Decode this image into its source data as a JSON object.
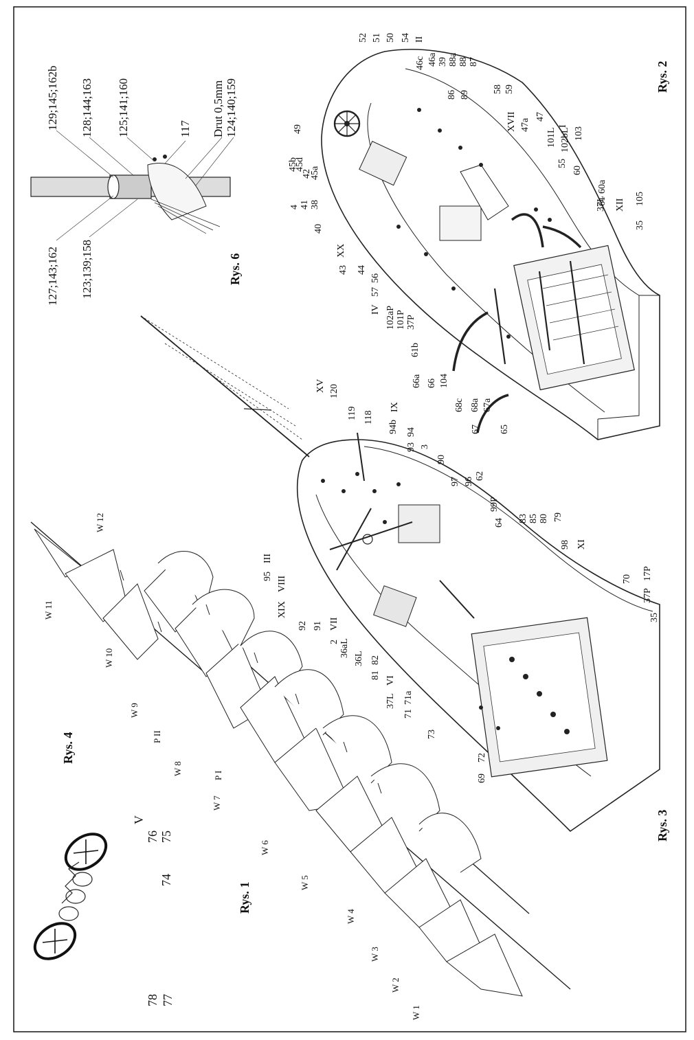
{
  "figures": {
    "rys1": "Rys. 1",
    "rys2": "Rys. 2",
    "rys3": "Rys. 3",
    "rys4": "Rys. 4",
    "rys6": "Rys. 6"
  },
  "rys1_labels": {
    "w1": "W 1",
    "w2": "W 2",
    "w3": "W 3",
    "w4": "W 4",
    "w5": "W 5",
    "w6": "W 6",
    "w7": "W 7",
    "w8": "W 8",
    "w9": "W 9",
    "w10": "W 10",
    "w11": "W 11",
    "w12": "W 12",
    "p1": "P I",
    "p2": "P II"
  },
  "rys4_labels": {
    "l78": "78",
    "l77": "77",
    "l74": "74",
    "l75": "75",
    "l76": "76",
    "lv": "V"
  },
  "rys6_labels": {
    "a": "127;143;162",
    "b": "123;139;158",
    "c": "129;145;162b",
    "d": "128;144;163",
    "e": "125;141;160",
    "f": "117",
    "g": "Drut 0,5mm",
    "h": "124;140;159"
  },
  "rys2_labels": {
    "l52": "52",
    "l51": "51",
    "l50": "50",
    "l54": "54",
    "lII": "II",
    "l46c": "46c",
    "l46a": "46a",
    "l39": "39",
    "l88a": "88a",
    "l88": "88",
    "l87": "87",
    "l86": "86",
    "l89": "89",
    "l58": "58",
    "l59": "59",
    "lXVII": "XVII",
    "l47a": "47a",
    "l47": "47",
    "l101L": "101L",
    "lI": "I",
    "l102bL": "102bL",
    "l103": "103",
    "l55": "55",
    "l60": "60",
    "l60a": "60a",
    "l61": "61",
    "l37L": "37L",
    "lXII": "XII",
    "l35": "35",
    "l105": "105",
    "l49": "49",
    "l45b": "45b",
    "l45d": "45d",
    "l42": "42",
    "l45a": "45a",
    "l4": "4",
    "l41": "41",
    "l38": "38",
    "l40": "40",
    "lXX": "XX",
    "l43": "43",
    "l44": "44",
    "l56": "56",
    "l57": "57",
    "lIV": "IV",
    "l102aP": "102aP",
    "l101P": "101P",
    "l37P": "37P",
    "l61b": "61b",
    "l66a": "66a",
    "l66": "66",
    "l104": "104",
    "l68c": "68c",
    "l68a": "68a",
    "l67a": "67a",
    "l67": "67",
    "l65": "65"
  },
  "rys3_labels": {
    "lXV": "XV",
    "l120": "120",
    "l119": "119",
    "l118": "118",
    "lIX": "IX",
    "l94b": "94b",
    "l94": "94",
    "l93": "93",
    "l3": "3",
    "l90": "90",
    "l97": "97",
    "l96": "96",
    "l62": "62",
    "l99P": "99P",
    "l64": "64",
    "l83": "83",
    "l85": "85",
    "l80": "80",
    "l79": "79",
    "l98": "98",
    "lXI": "XI",
    "l95": "95",
    "lIII": "III",
    "lVIII": "VIII",
    "lXIX": "XIX",
    "l92": "92",
    "l91": "91",
    "lVII": "VII",
    "l2": "2",
    "l36aL": "36aL",
    "l36L": "36L",
    "l81": "81",
    "l82": "82",
    "l37L": "37L",
    "lVI": "VI",
    "l71": "71",
    "l71a": "71a",
    "l73": "73",
    "l69": "69",
    "l72": "72",
    "l70": "70",
    "l37P": "37P",
    "l17P": "17P",
    "l35": "35"
  }
}
